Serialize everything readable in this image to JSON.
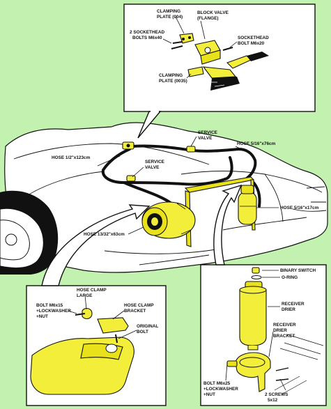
{
  "labels": {
    "clamping_plate_004": [
      "CLAMPING",
      "PLATE (004)"
    ],
    "block_valve": [
      "BLOCK VALVE",
      "(FLANGE)"
    ],
    "sockethead_bolts_m6x40": [
      "2 SOCKETHEAD",
      "BOLTS M6x40"
    ],
    "sockethead_bolt_m6x20": [
      "SOCKETHEAD",
      "BOLT M6x20"
    ],
    "clamping_plate_0035": [
      "CLAMPING",
      "PLATE (0035)"
    ],
    "service_valve_top": [
      "SERVICE",
      "VALVE"
    ],
    "hose_5_16_x76": [
      "HOSE 5/16\"x76cm"
    ],
    "hose_1_2_x123": [
      "HOSE 1/2\"x123cm"
    ],
    "service_valve_mid": [
      "SERVICE",
      "VALVE"
    ],
    "hose_5_16_x17": [
      "HOSE 5/16\"x17cm"
    ],
    "hose_13_32_x63": [
      "HOSE 13/32\"x63cm"
    ],
    "binary_switch": [
      "BINARY SWITCH"
    ],
    "o_ring": [
      "O-RING"
    ],
    "receiver_drier": [
      "RECEIVER",
      "DRIER"
    ],
    "receiver_drier_bracket": [
      "RECEIVER",
      "DRIER",
      "BRACKET"
    ],
    "bolt_m6x25": [
      "BOLT M6x25",
      "+LOCKWASHER",
      "+NUT"
    ],
    "two_screws": [
      "2 SCREWS",
      "5x12"
    ],
    "hose_clamp_large": [
      "HOSE CLAMP",
      "LARGE"
    ],
    "bolt_m6x15": [
      "BOLT M6x15",
      "+LOCKWASHER",
      "+NUT"
    ],
    "hose_clamp_bracket": [
      "HOSE CLAMP",
      "BRACKET"
    ],
    "original_bolt": [
      "ORIGINAL",
      "BOLT"
    ]
  },
  "colors": {
    "background": "#c3f1b0",
    "part_highlight": "#f3ee3a",
    "line": "#111111",
    "panel": "#ffffff"
  }
}
